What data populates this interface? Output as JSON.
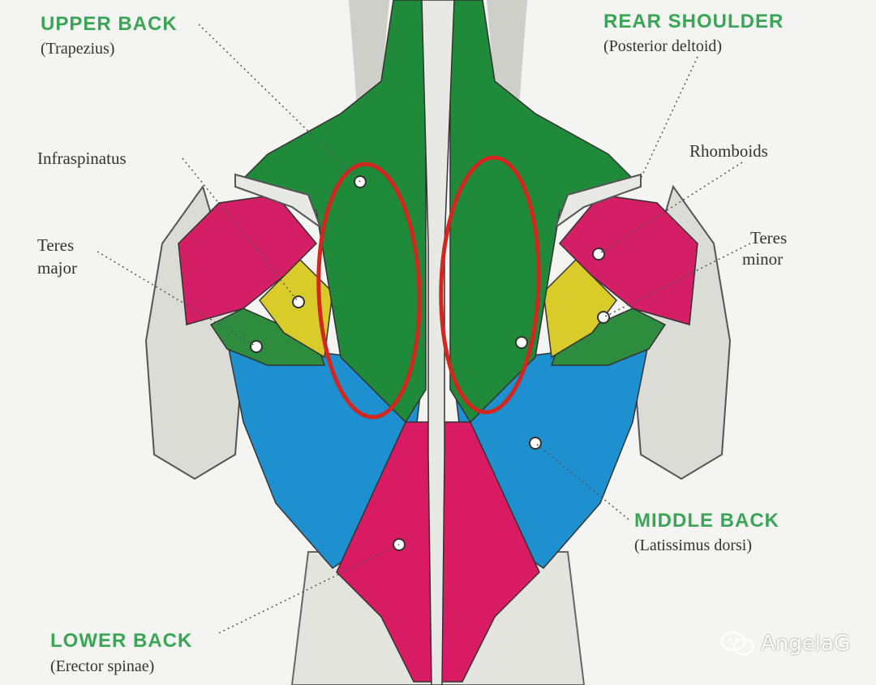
{
  "colors": {
    "trapezius": "#1f8a3a",
    "deltoid": "#d41f66",
    "latissimus": "#1e8fcf",
    "teres_minor": "#d9cc2a",
    "teres_major": "#2e8c3e",
    "erector": "#d81b63",
    "spine": "#e8e8e4",
    "highlight": "#d2261e",
    "label_green": "#3aa655",
    "arm": "#dcdcd6"
  },
  "labels": {
    "upper_back": {
      "title": "UPPER BACK",
      "sub": "(Trapezius)"
    },
    "rear_shoulder": {
      "title": "REAR SHOULDER",
      "sub": "(Posterior deltoid)"
    },
    "infraspinatus": "Infraspinatus",
    "rhomboids": "Rhomboids",
    "teres_major": {
      "line1": "Teres",
      "line2": "major"
    },
    "teres_minor": {
      "line1": "Teres",
      "line2": "minor"
    },
    "middle_back": {
      "title": "MIDDLE BACK",
      "sub": "(Latissimus dorsi)"
    },
    "lower_back": {
      "title": "LOWER BACK",
      "sub": "(Erector spinae)"
    }
  },
  "watermark": {
    "text": "AngelaG",
    "icon": "wechat-icon"
  }
}
